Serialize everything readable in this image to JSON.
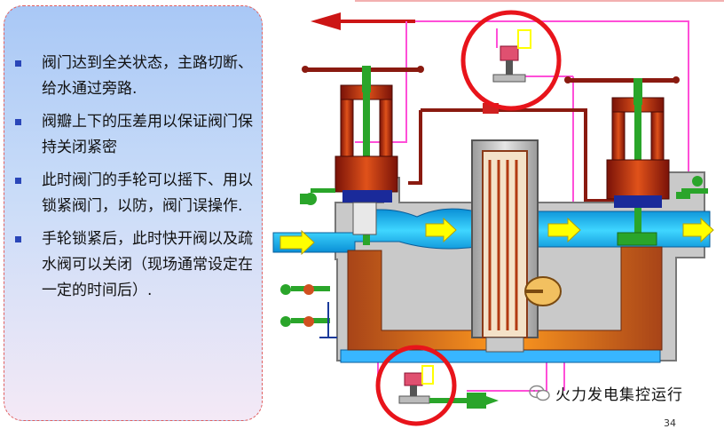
{
  "bullets": [
    "阀门达到全关状态，主路切断、给水通过旁路.",
    "阀瓣上下的压差用以保证阀门保持关闭紧密",
    "此时阀门的手轮可以摇下、用以锁紧阀门，以防，阀门误操作.",
    "手轮锁紧后，此时快开阀以及疏水阀可以关闭（现场通常设定在一定的时间后）."
  ],
  "watermark": {
    "text": "火力发电集控运行",
    "icon": "wechat-icon"
  },
  "page_number": "34",
  "colors": {
    "accent_bullet": "#2a46b8",
    "highlight_circle": "#e8141b",
    "flow_arrow": "#ffff00",
    "pipe_line": "#ff4fd8"
  }
}
